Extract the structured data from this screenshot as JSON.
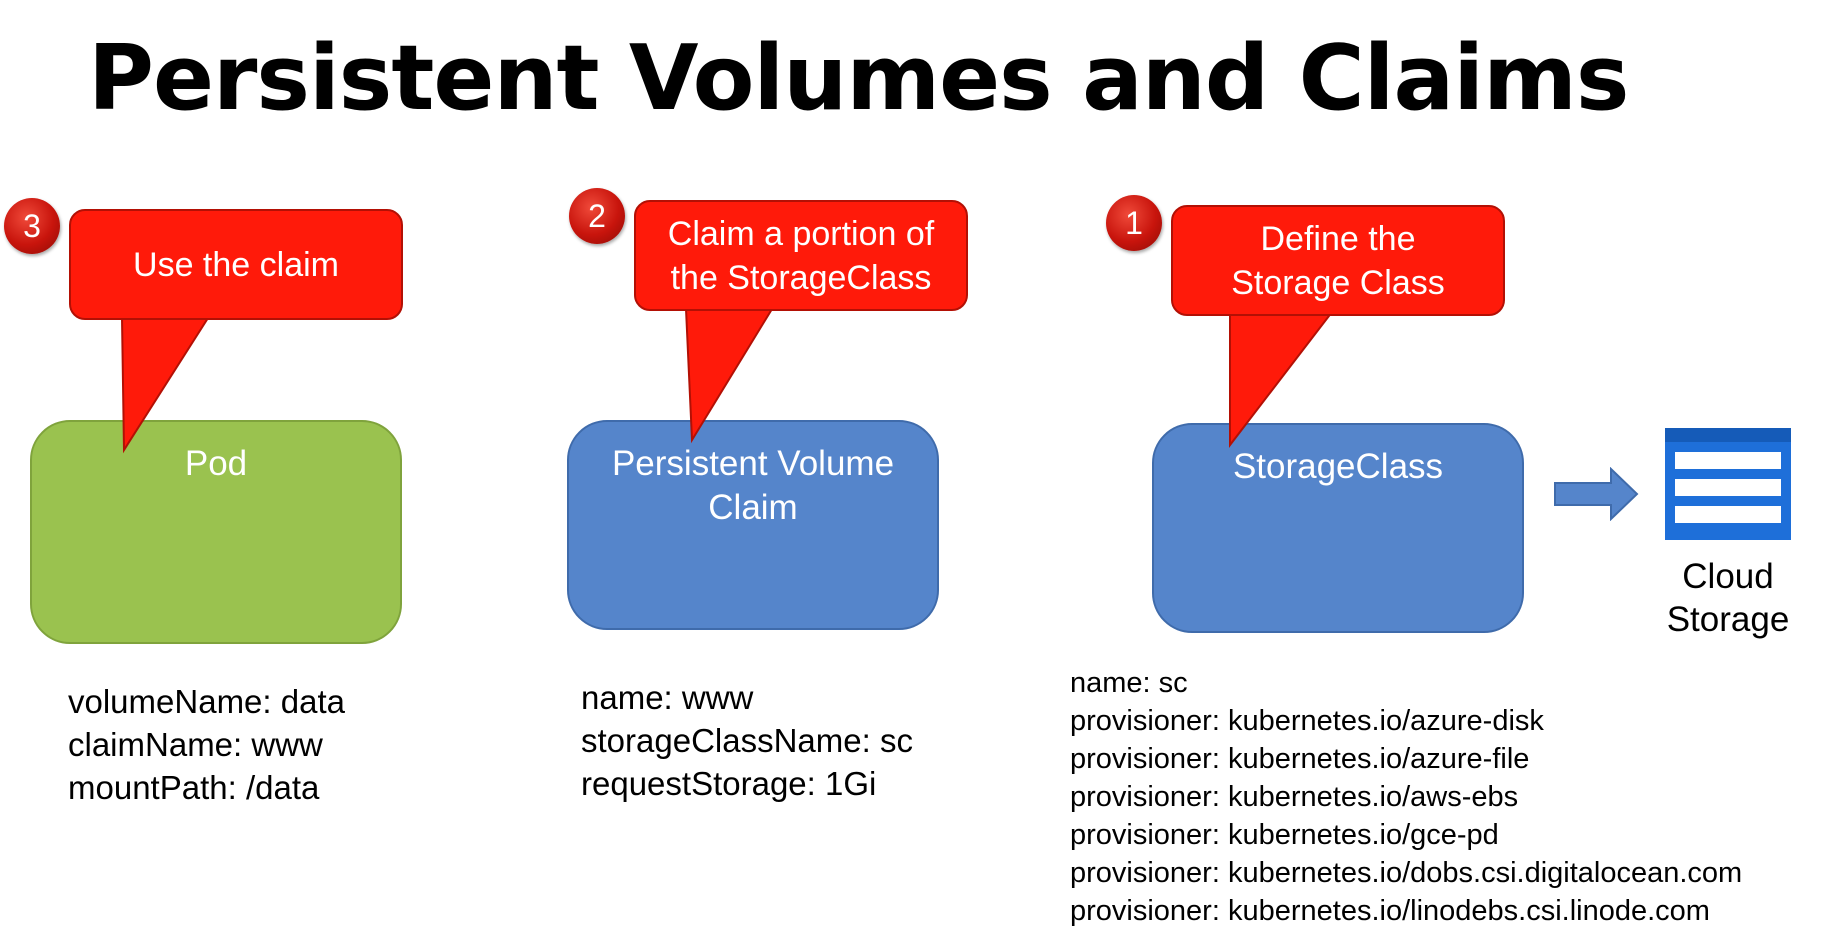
{
  "title": "Persistent Volumes and Claims",
  "steps": {
    "pod": {
      "badge": "3",
      "callout": "Use the claim",
      "box": "Pod",
      "props": [
        "volumeName: data",
        "claimName: www",
        "mountPath: /data"
      ]
    },
    "pvc": {
      "badge": "2",
      "callout": "Claim a portion of the StorageClass",
      "box": "Persistent Volume Claim",
      "props": [
        "name: www",
        "storageClassName: sc",
        "requestStorage: 1Gi"
      ]
    },
    "sc": {
      "badge": "1",
      "callout": "Define the Storage Class",
      "box": "StorageClass",
      "props": [
        "name: sc",
        "provisioner: kubernetes.io/azure-disk",
        "provisioner: kubernetes.io/azure-file",
        "provisioner: kubernetes.io/aws-ebs",
        "provisioner: kubernetes.io/gce-pd",
        "provisioner: kubernetes.io/dobs.csi.digitalocean.com",
        "provisioner: kubernetes.io/linodebs.csi.linode.com"
      ]
    }
  },
  "cloud": {
    "label": "Cloud Storage",
    "icon": "cloud-storage-icon"
  },
  "colors": {
    "callout": "#ff1a0a",
    "pod_box": "#9ac24f",
    "blue_box": "#5585cb",
    "badge": "#c8140c"
  }
}
